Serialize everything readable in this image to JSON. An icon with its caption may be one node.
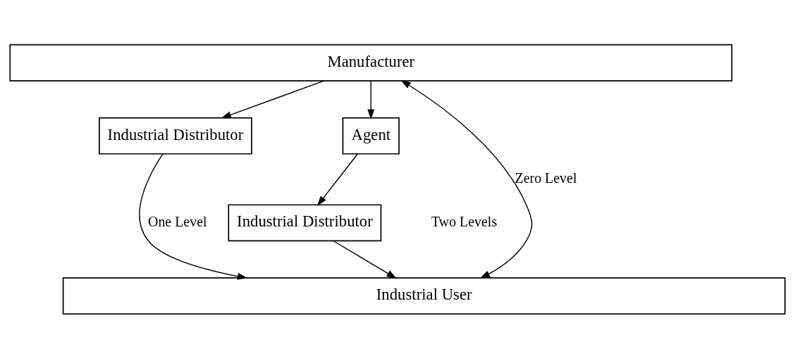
{
  "diagram": {
    "nodes": [
      {
        "text": [
          "Manufacturer"
        ]
      },
      {
        "text": [
          "Industrial Distributor"
        ]
      },
      {
        "text": [
          "Agent"
        ]
      },
      {
        "text": [
          "Industrial Distributor"
        ]
      },
      {
        "text": [
          "Industrial User"
        ]
      }
    ],
    "edges": [
      {
        "from": 0,
        "to": 4,
        "arrow": "both",
        "label": "Zero Level"
      },
      {
        "from": 0,
        "to": 1,
        "arrow": "to"
      },
      {
        "from": 1,
        "to": 4,
        "arrow": "to",
        "label": "One Level"
      },
      {
        "from": 0,
        "to": 2,
        "arrow": "to"
      },
      {
        "from": 2,
        "to": 3,
        "arrow": "to"
      },
      {
        "from": 3,
        "to": 4,
        "arrow": "to"
      }
    ],
    "labels": [
      "Two Levels"
    ]
  }
}
